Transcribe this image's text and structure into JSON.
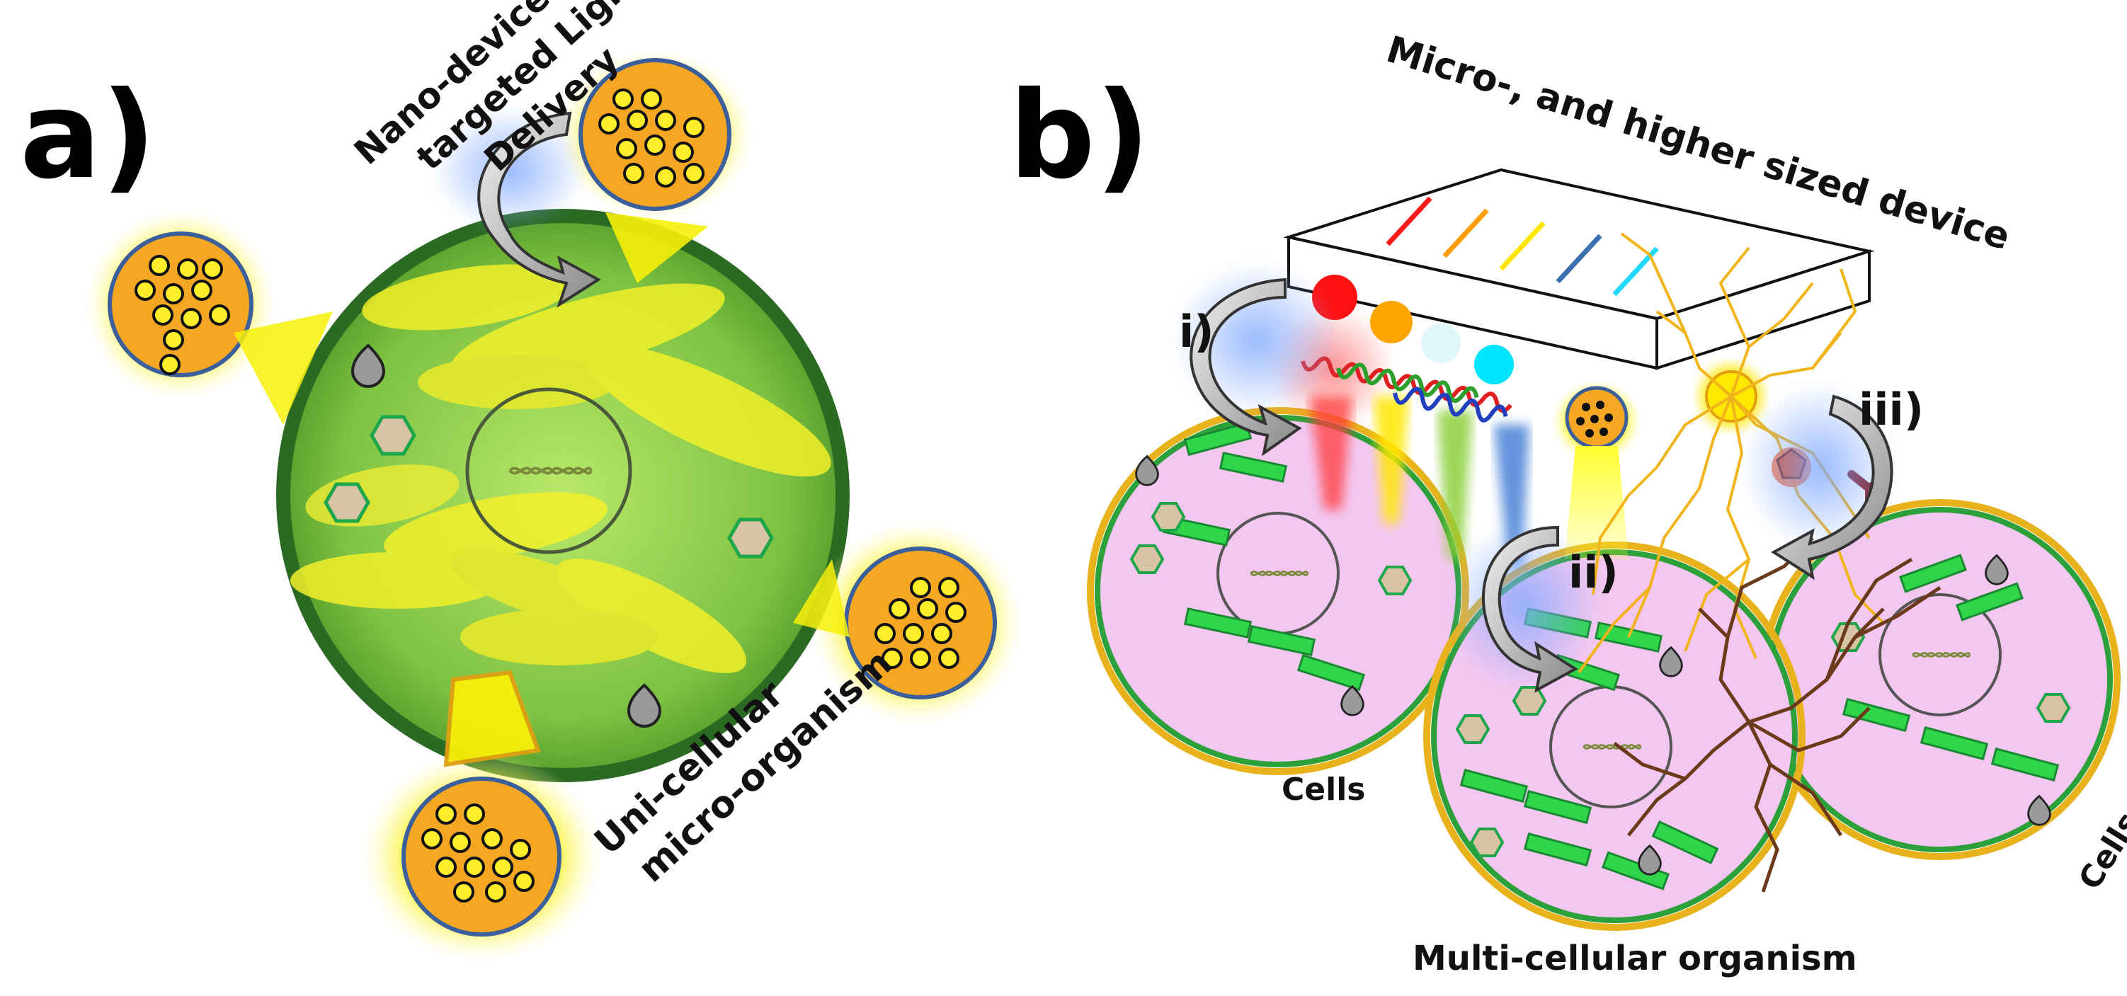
{
  "panel_a": {
    "label": "a)",
    "nano_devices_text": [
      "Nano-devices for",
      "targeted Light",
      "Delivery"
    ],
    "organism_text": [
      "Uni-cellular",
      "micro-organism"
    ]
  },
  "panel_b": {
    "label": "b)",
    "device_text": "Micro-, and higher sized device",
    "routes": [
      "i)",
      "ii)",
      "iii)"
    ],
    "cells_left": "Cells",
    "cells_right": "Cells",
    "organism_text": "Multi-cellular organism"
  },
  "colors": {
    "cell_green": "#7dc242",
    "cell_pink": "#f4c7f0",
    "nano_orange": "#f5a623",
    "glow_yellow": "#f7f00a",
    "organelle_green": "#2fd64a",
    "border_gold": "#e8b21c"
  },
  "led_colors": [
    "#ff1010",
    "#ffa500",
    "#e0f7fa",
    "#00e5ff"
  ],
  "stripe_colors": [
    "#ff1a1a",
    "#ff9d00",
    "#ffe600",
    "#3a6fb0",
    "#22d8ff"
  ]
}
